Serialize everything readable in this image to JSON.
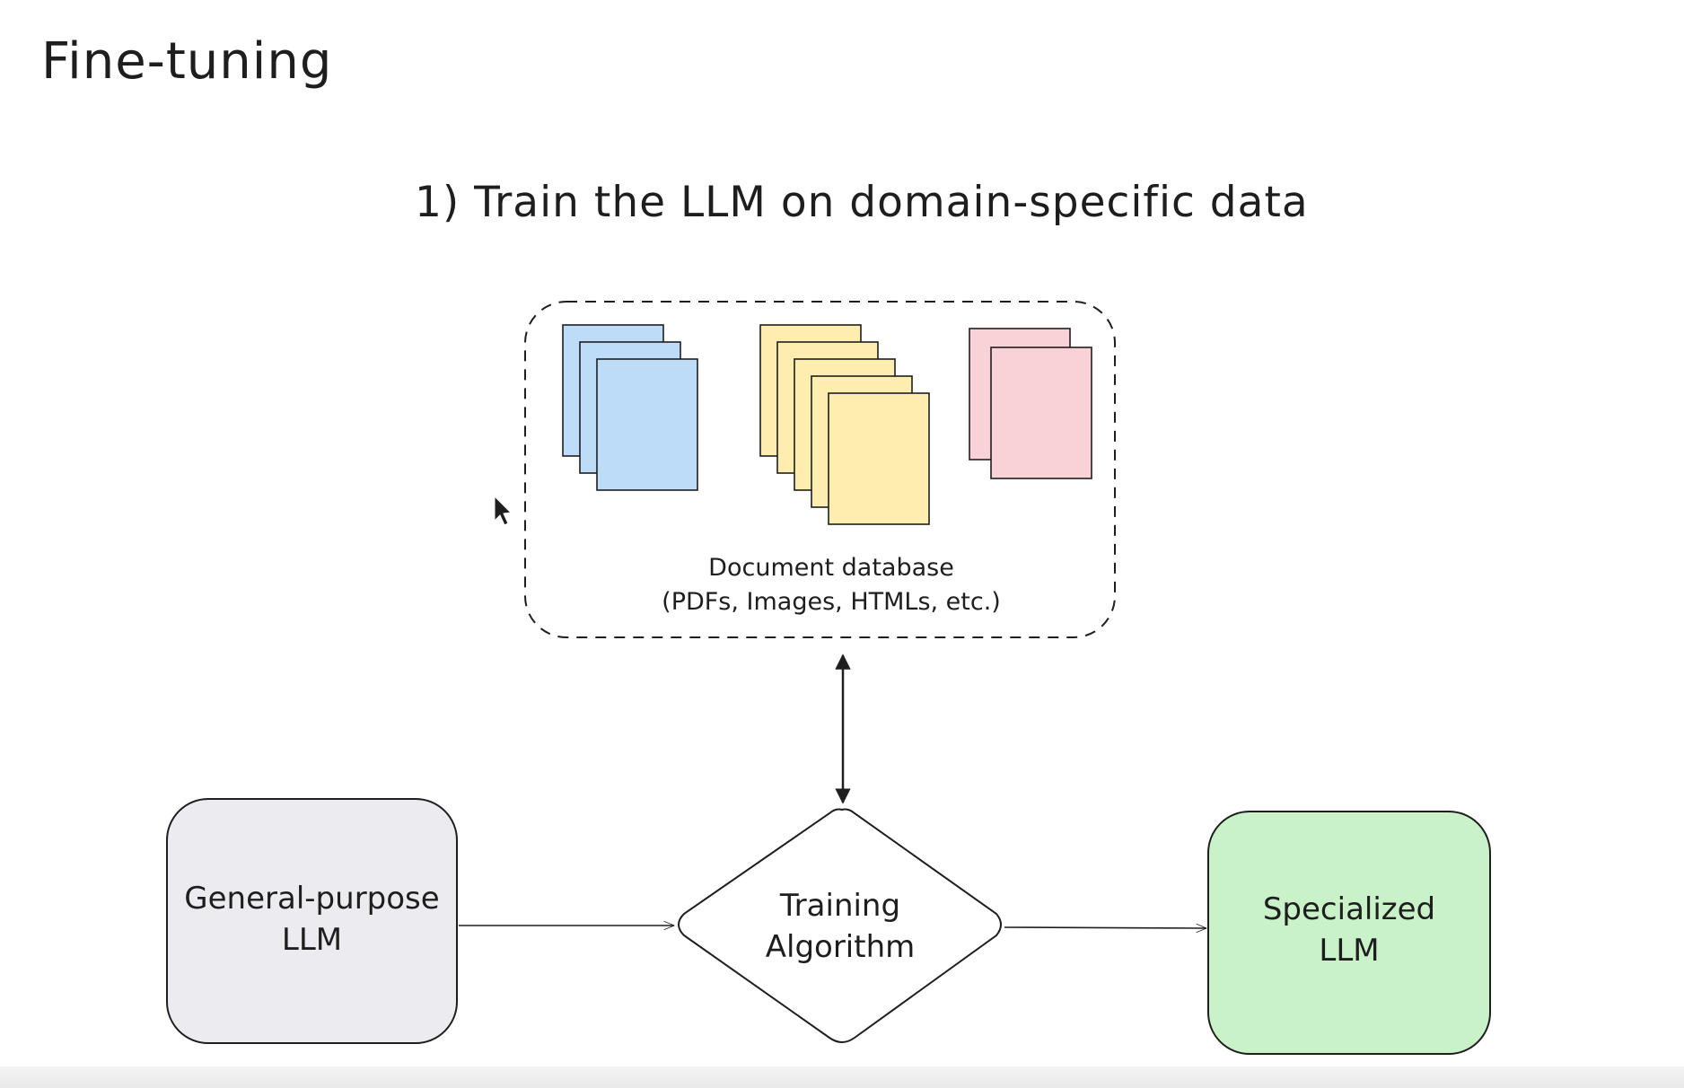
{
  "title": "Fine-tuning",
  "subtitle": "1) Train the LLM on domain-specific data",
  "document_database": {
    "caption_line1": "Document database",
    "caption_line2": "(PDFs, Images, HTMLs, etc.)"
  },
  "nodes": {
    "general_llm": {
      "line1": "General-purpose",
      "line2": "LLM",
      "fill": "#ececf0"
    },
    "training_algorithm": {
      "line1": "Training",
      "line2": "Algorithm",
      "fill": "#ffffff"
    },
    "specialized_llm": {
      "line1": "Specialized",
      "line2": "LLM",
      "fill": "#c9f2c9"
    }
  },
  "document_stacks": [
    {
      "name": "blue-document-stack",
      "fill": "#bcdcf8",
      "count": 3
    },
    {
      "name": "yellow-document-stack",
      "fill": "#fdeeb0",
      "count": 5
    },
    {
      "name": "pink-document-stack",
      "fill": "#f8d2d6",
      "count": 2
    }
  ],
  "colors": {
    "stroke": "#1e1e1e",
    "background": "#ffffff"
  },
  "icons": [
    "mouse-cursor-icon"
  ]
}
